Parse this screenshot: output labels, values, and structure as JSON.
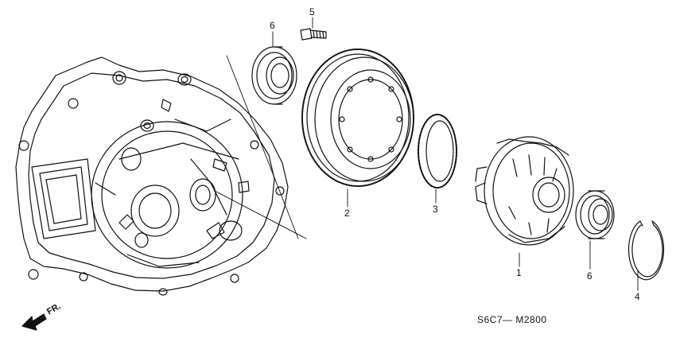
{
  "callouts": {
    "ring_gear": "2",
    "retaining_ring": "3",
    "differential": "1",
    "circlip": "4",
    "bolt": "5",
    "bearing_left": "6",
    "bearing_right": "6"
  },
  "diagram_code": "S6C7— M2800",
  "direction_label": "FR.",
  "colors": {
    "line": "#111111",
    "background": "#ffffff"
  }
}
